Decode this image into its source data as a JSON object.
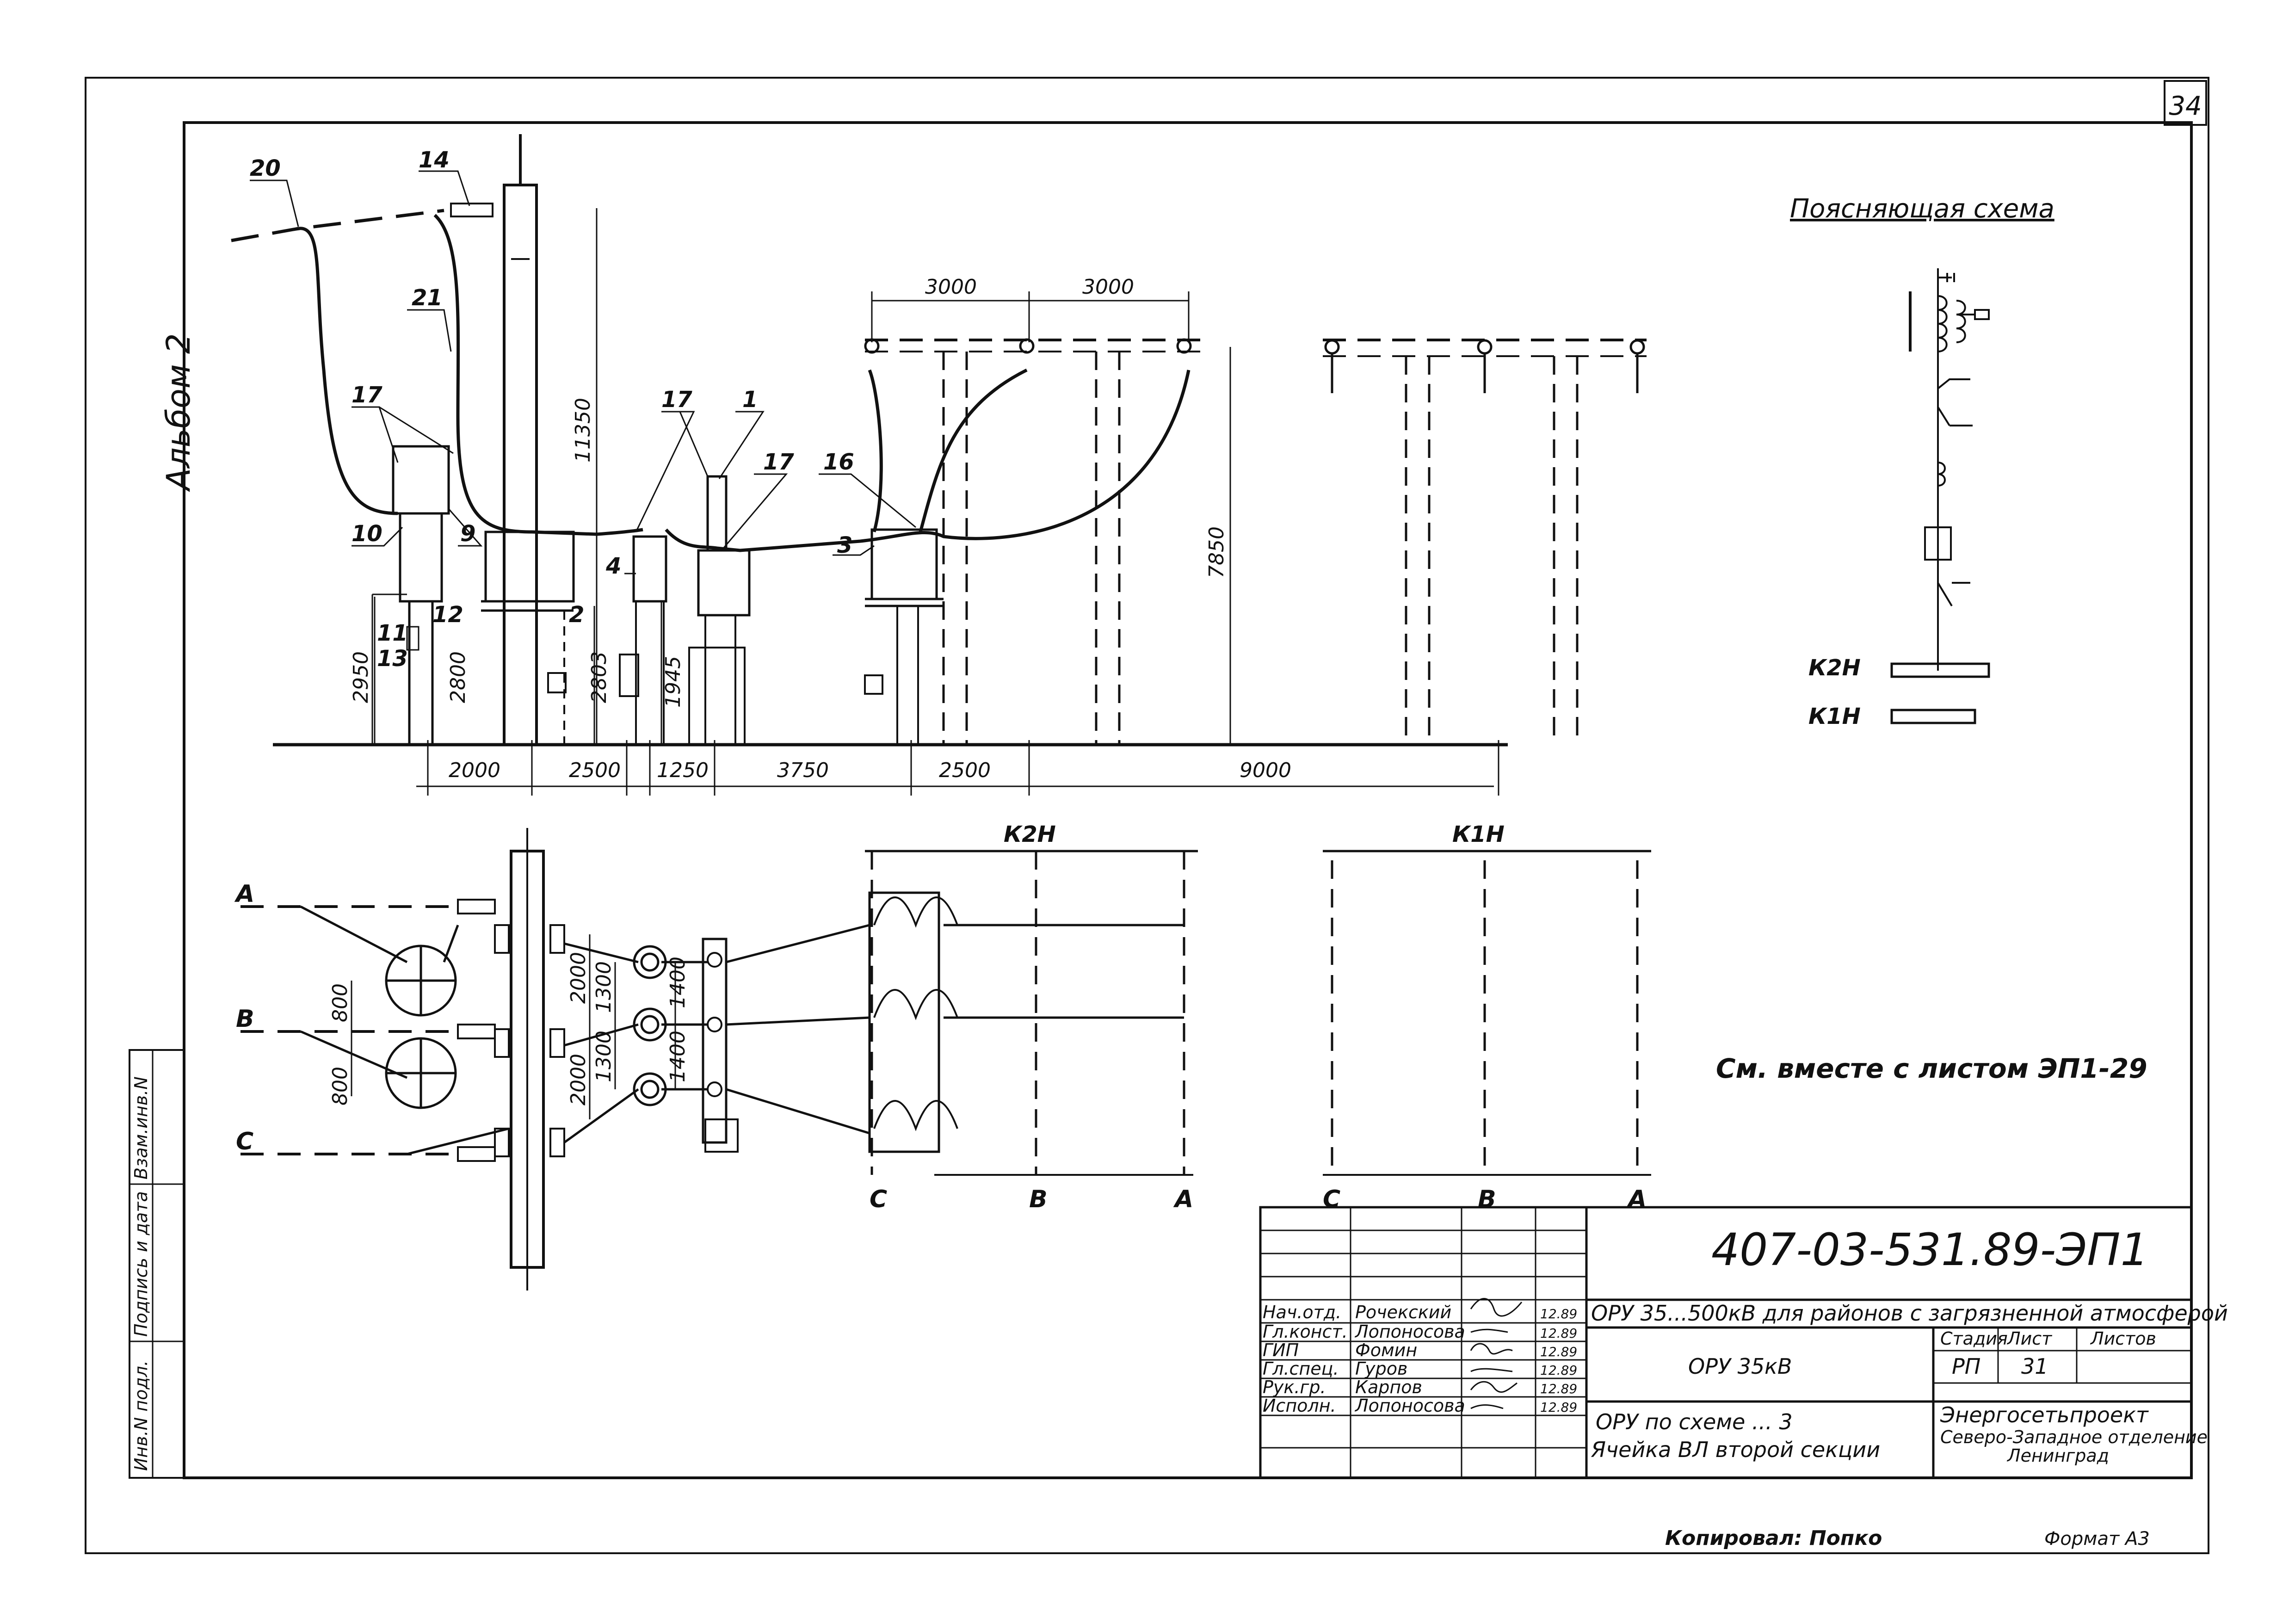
{
  "sheet_number": "34",
  "album_label": "Альбом 2",
  "side_stamp": {
    "cells": [
      "Инв.N подл.",
      "Подпись и дата",
      "Взам.инв.N"
    ]
  },
  "explanatory_scheme": {
    "title": "Поясняющая схема",
    "bus_k2n": "К2Н",
    "bus_k1n": "К1Н"
  },
  "note": "См. вместе с листом ЭП1-29",
  "elevation": {
    "callouts": [
      "20",
      "14",
      "21",
      "17",
      "17",
      "1",
      "17",
      "16",
      "10",
      "9",
      "4",
      "3",
      "2",
      "11",
      "12",
      "13"
    ],
    "dims_vertical": [
      "11350",
      "7850",
      "2950",
      "2800",
      "2803",
      "1945"
    ],
    "dims_top": [
      "3000",
      "3000"
    ],
    "dims_bottom": [
      "2000",
      "2500",
      "1250",
      "3750",
      "2500",
      "9000"
    ]
  },
  "plan": {
    "phases_left": [
      "А",
      "В",
      "С"
    ],
    "dims": [
      "800",
      "800",
      "2000",
      "2000",
      "1300",
      "1300",
      "1400",
      "1400"
    ],
    "bus_k2n": "К2Н",
    "bus_k1n": "К1Н",
    "phases_bottom_k2n": [
      "С",
      "В",
      "А"
    ],
    "phases_bottom_k1n": [
      "С",
      "В",
      "А"
    ]
  },
  "title_block": {
    "document_code": "407-03-531.89-ЭП1",
    "project_title": "ОРУ 35...500кВ для районов с загрязненной атмосферой",
    "sub_title": "ОРУ 35кВ",
    "sheet_title_line1": "ОРУ по схеме ... 3",
    "sheet_title_line2": "Ячейка ВЛ второй секции",
    "headers": {
      "stage": "Стадия",
      "sheet": "Лист",
      "sheets": "Листов"
    },
    "values": {
      "stage": "РП",
      "sheet": "31",
      "sheets": ""
    },
    "organization_line1": "Энергосетьпроект",
    "organization_line2": "Северо-Западное отделение",
    "organization_line3": "Ленинград",
    "signatures": [
      {
        "role": "Нач.отд.",
        "name": "Рочекский",
        "date": "12.89"
      },
      {
        "role": "Гл.конст.",
        "name": "Лопоносова",
        "date": "12.89"
      },
      {
        "role": "ГИП",
        "name": "Фомин",
        "date": "12.89"
      },
      {
        "role": "Гл.спец.",
        "name": "Гуров",
        "date": "12.89"
      },
      {
        "role": "Рук.гр.",
        "name": "Карпов",
        "date": "12.89"
      },
      {
        "role": "Исполн.",
        "name": "Лопоносова",
        "date": "12.89"
      }
    ]
  },
  "footer": {
    "copied_by": "Копировал: Попко",
    "format": "Формат А3"
  }
}
